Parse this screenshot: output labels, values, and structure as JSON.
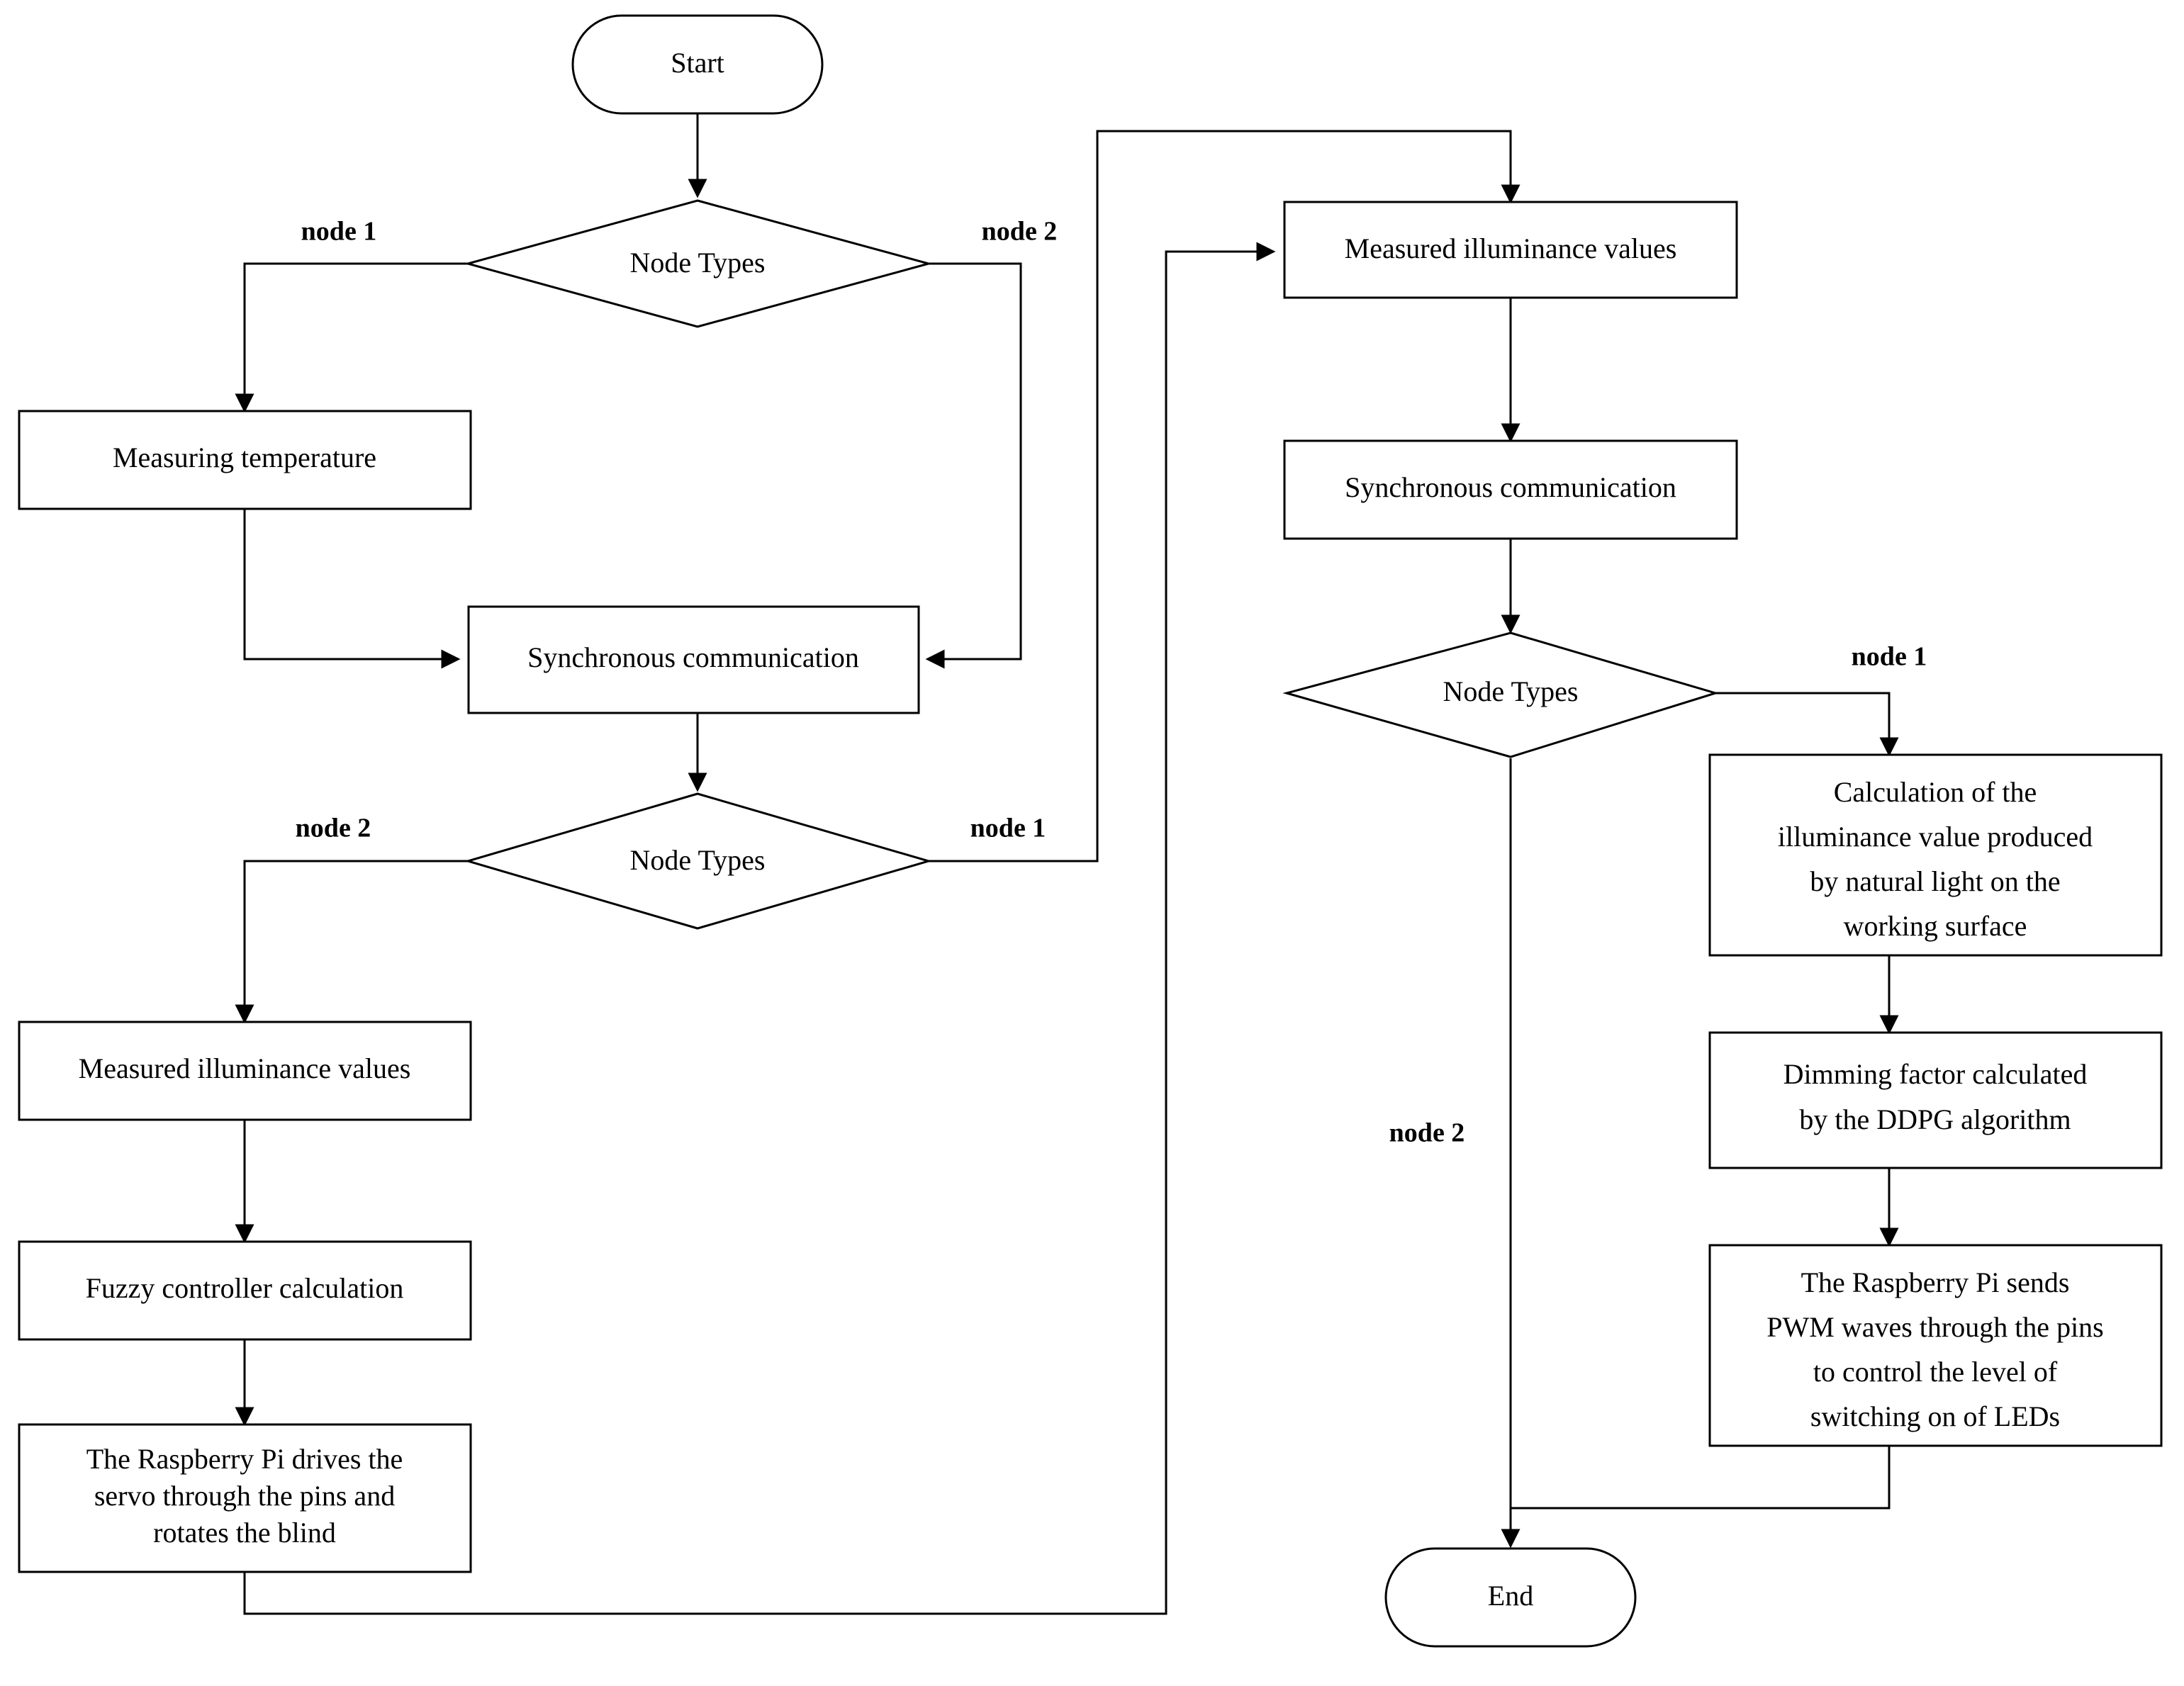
{
  "diagram": {
    "type": "flowchart",
    "title": "",
    "background_color": "#ffffff",
    "line_color": "#000000",
    "text_color": "#000000"
  },
  "nodes": {
    "start": {
      "label": "Start",
      "shape": "terminator"
    },
    "decision1": {
      "label": "Node Types",
      "shape": "decision"
    },
    "measuring_temperature": {
      "label": "Measuring temperature",
      "shape": "process"
    },
    "sync_comm_left": {
      "label": "Synchronous communication",
      "shape": "process"
    },
    "decision2": {
      "label": "Node Types",
      "shape": "decision"
    },
    "measured_illuminance_left": {
      "label": "Measured illuminance values",
      "shape": "process"
    },
    "fuzzy_controller": {
      "label": "Fuzzy controller calculation",
      "shape": "process"
    },
    "raspberry_servo": {
      "shape": "process",
      "lines": [
        "The Raspberry Pi drives the",
        "servo through the pins and",
        "rotates the blind"
      ]
    },
    "measured_illuminance_right": {
      "label": "Measured illuminance values",
      "shape": "process"
    },
    "sync_comm_right": {
      "label": "Synchronous communication",
      "shape": "process"
    },
    "decision3": {
      "label": "Node Types",
      "shape": "decision"
    },
    "calculation_illuminance": {
      "shape": "process",
      "lines": [
        "Calculation of the",
        "illuminance value produced",
        "by natural light on the",
        "working surface"
      ]
    },
    "dimming_factor": {
      "shape": "process",
      "lines": [
        "Dimming factor calculated",
        "by the DDPG algorithm"
      ]
    },
    "raspberry_pwm": {
      "shape": "process",
      "lines": [
        "The Raspberry Pi sends",
        "PWM waves through the pins",
        "to control the level of",
        "switching on of LEDs"
      ]
    },
    "end": {
      "label": "End",
      "shape": "terminator"
    }
  },
  "edge_labels": {
    "d1_left": "node 1",
    "d1_right": "node 2",
    "d2_left": "node 2",
    "d2_right": "node 1",
    "d3_right": "node 1",
    "d3_down": "node 2"
  }
}
